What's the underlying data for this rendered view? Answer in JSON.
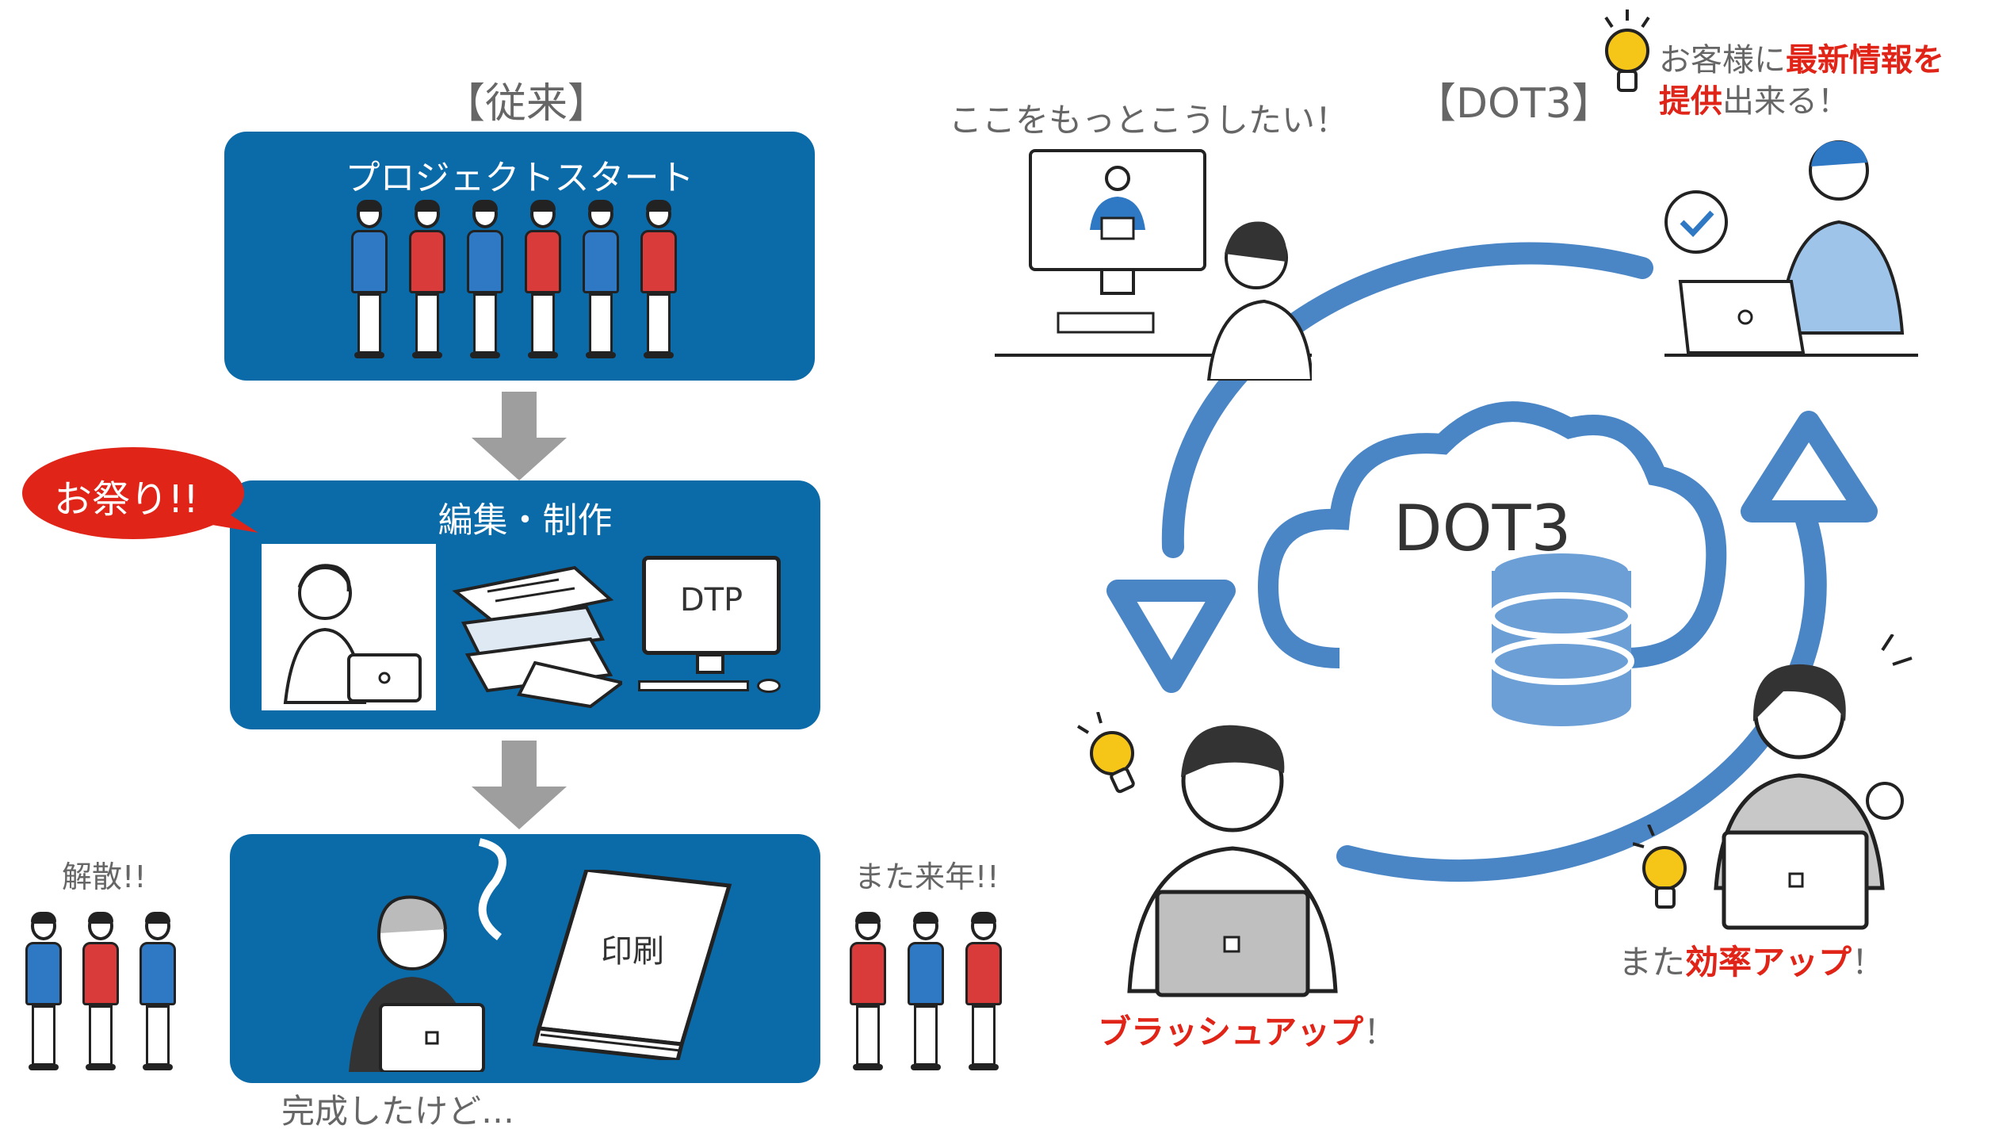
{
  "left": {
    "heading": "【従来】",
    "panel1": {
      "title": "プロジェクトスタート"
    },
    "bubble": "お祭り!!",
    "panel2": {
      "title": "編集・制作",
      "dtp_label": "DTP"
    },
    "panel3": {
      "book_label": "印刷"
    },
    "caption_left": "解散!!",
    "caption_right": "また来年!!",
    "caption_bottom": "完成したけど…"
  },
  "right": {
    "heading": "【DOT3】",
    "cloud_label": "DOT3",
    "top_left_caption": "ここをもっとこうしたい！",
    "top_right_caption": {
      "pre": "お客様に",
      "bold1": "最新情報を",
      "bold2": "提供",
      "post": "出来る！"
    },
    "bottom_left_caption": {
      "bold": "ブラッシュアップ",
      "post": "！"
    },
    "bottom_right_caption": {
      "pre": "また",
      "bold": "効率アップ",
      "post": "！"
    }
  },
  "colors": {
    "panel": "#0b6aa8",
    "cycle": "#4a86c6",
    "accent_red": "#e02418",
    "arrow_grey": "#9e9e9e",
    "bulb": "#f5c518"
  }
}
